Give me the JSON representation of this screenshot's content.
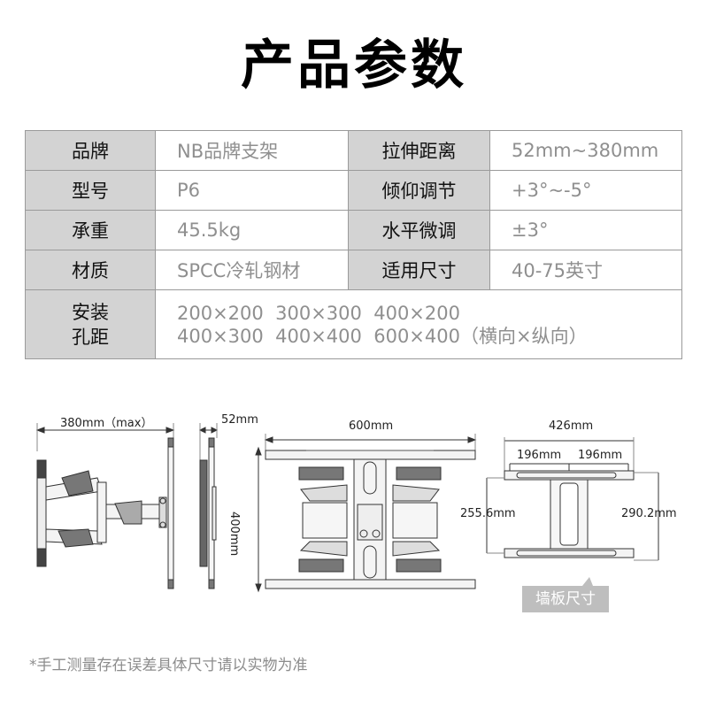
{
  "title": "产品参数",
  "specs": {
    "rows": [
      {
        "label1": "品牌",
        "value1": "NB品牌支架",
        "label2": "拉伸距离",
        "value2": "52mm~380mm"
      },
      {
        "label1": "型号",
        "value1": "P6",
        "label2": "倾仰调节",
        "value2": "+3°~-5°"
      },
      {
        "label1": "承重",
        "value1": "45.5kg",
        "label2": "水平微调",
        "value2": "±3°"
      },
      {
        "label1": "材质",
        "value1": "SPCC冷轧钢材",
        "label2": "适用尺寸",
        "value2": "40-75英寸"
      }
    ],
    "vesa": {
      "label_line1": "安装",
      "label_line2": "孔距",
      "line1": "200×200  300×300  400×200",
      "line2": "400×300  400×400  600×400（横向×纵向）"
    }
  },
  "diagram": {
    "side_extension": "380mm（max）",
    "side_depth": "52mm",
    "front_width": "600mm",
    "front_height": "400mm",
    "wall_plate_width": "426mm",
    "wall_plate_half_left": "196mm",
    "wall_plate_half_right": "196mm",
    "wall_plate_inner_height": "255.6mm",
    "wall_plate_outer_height": "290.2mm",
    "wall_plate_badge": "墙板尺寸"
  },
  "footnote": "*手工测量存在误差具体尺寸请以实物为准",
  "colors": {
    "label_bg": "#d3d3d3",
    "border": "#9a9a9a",
    "value_text": "#8f8f8f",
    "badge_bg": "#bebebe"
  }
}
